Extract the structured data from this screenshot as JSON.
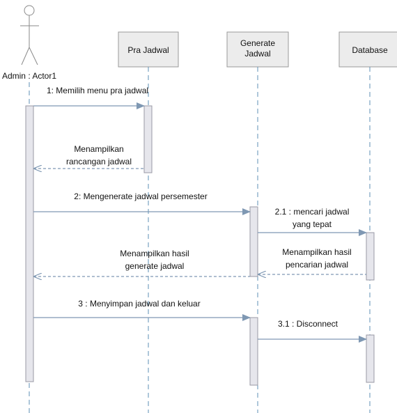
{
  "participants": {
    "actor": "Admin : Actor1",
    "pra_jadwal": "Pra Jadwal",
    "generate_jadwal": [
      "Generate",
      "Jadwal"
    ],
    "database": "Database"
  },
  "messages": {
    "m1": "1: Memilih menu pra jadwal",
    "r1": [
      "Menampilkan",
      "rancangan jadwal"
    ],
    "m2": "2: Mengenerate jadwal persemester",
    "m21": [
      "2.1 : mencari jadwal",
      "yang tepat"
    ],
    "r21": [
      "Menampilkan hasil",
      "pencarian jadwal"
    ],
    "r2": [
      "Menampilkan hasil",
      "generate jadwal"
    ],
    "m3": "3 : Menyimpan jadwal dan keluar",
    "m31": "3.1 : Disconnect"
  },
  "colors": {
    "lifeline": "#5d8fb5",
    "message": "#7f98b3",
    "box_fill": "#ececec",
    "activation_fill": "#e6e6ec"
  }
}
